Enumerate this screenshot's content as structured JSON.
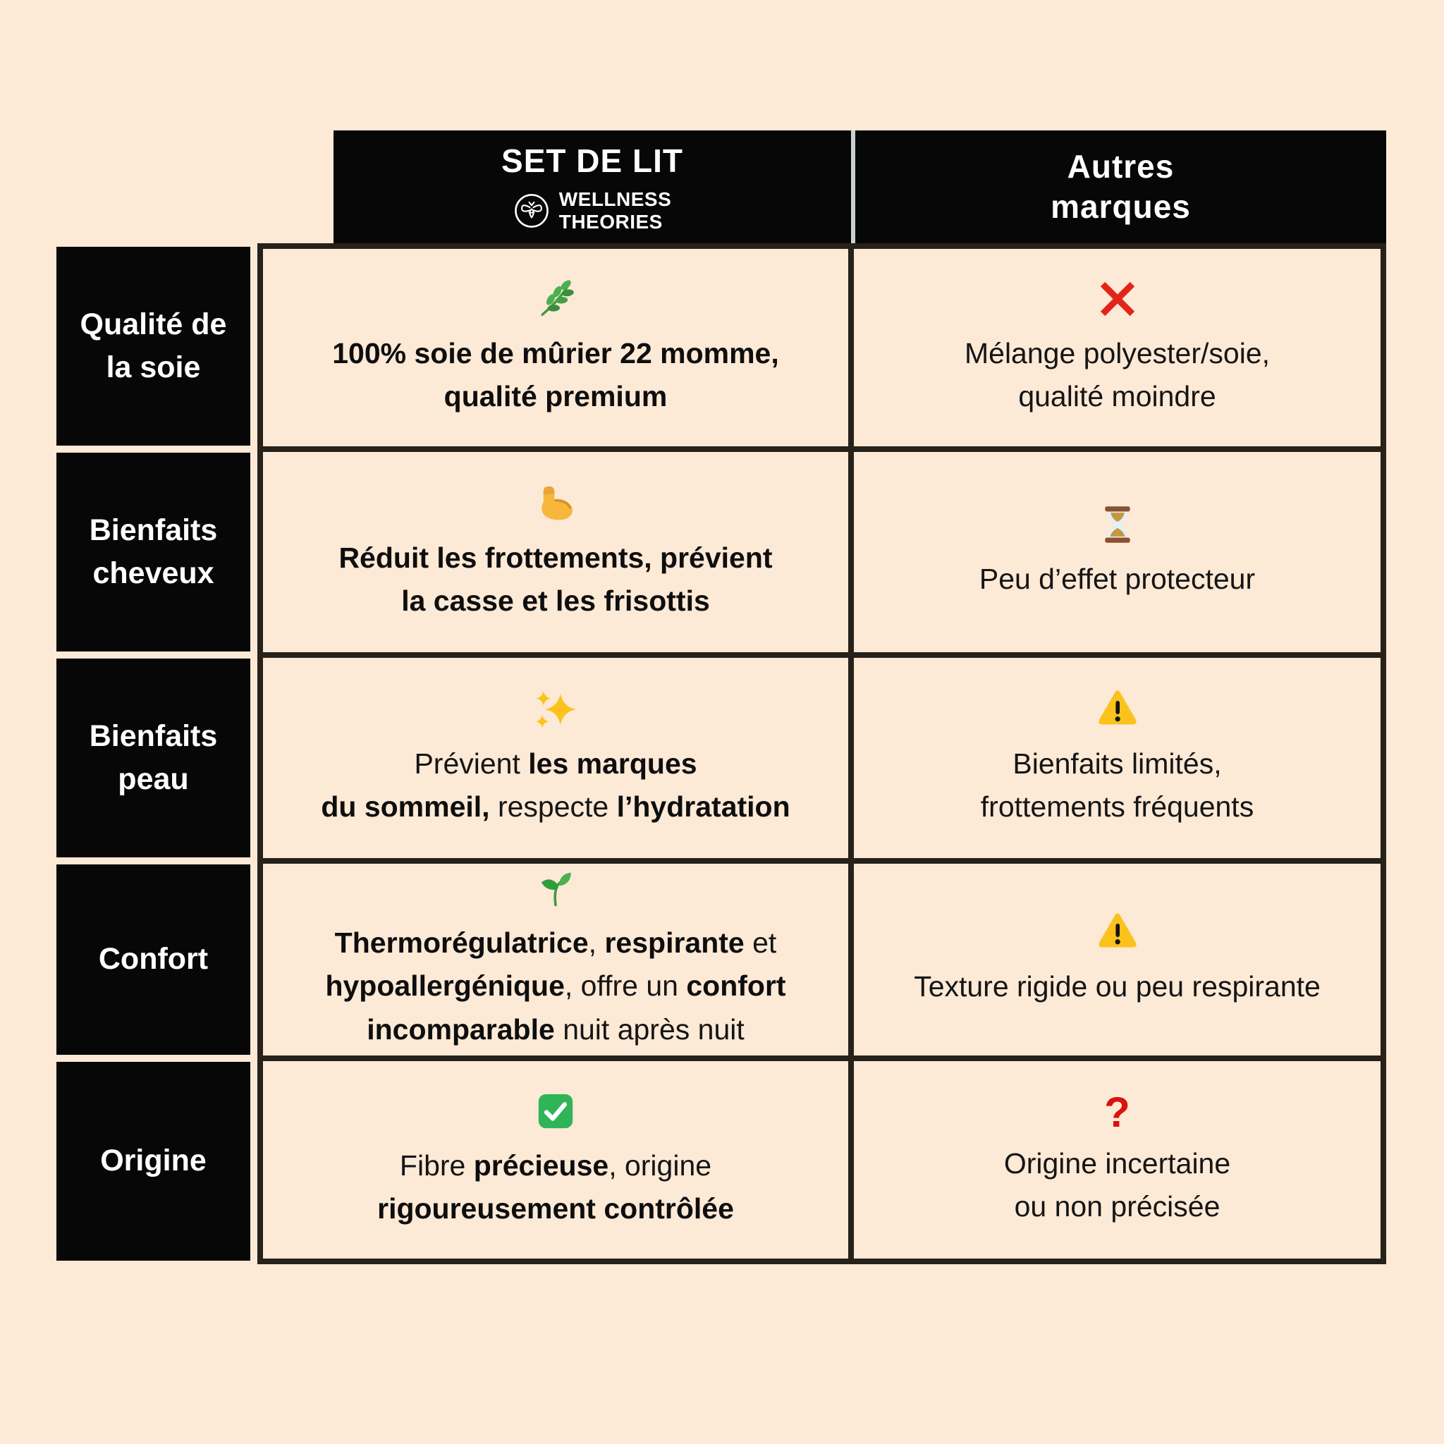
{
  "colors": {
    "background": "#fce9d6",
    "box_black": "#070707",
    "cell_border": "#262119",
    "header_divider": "#c9d2d0",
    "text_light": "#ffffff",
    "text_dark": "#151515",
    "red": "#e3241b",
    "yellow": "#fbc21c",
    "green": "#2fb457"
  },
  "header": {
    "brand": {
      "title": "SET DE LIT",
      "brand_line1": "WELLNESS",
      "brand_line2": "THEORIES",
      "logo_icon": "bee-logo"
    },
    "others": {
      "title": "Autres\nmarques"
    }
  },
  "rows": [
    {
      "label": "Qualité de\nla soie",
      "brand": {
        "icon": "herb-emoji",
        "segments": [
          {
            "t": "100% soie de mûrier 22 momme,\nqualité premium",
            "b": true
          }
        ]
      },
      "others": {
        "icon": "cross-mark-emoji",
        "text": "Mélange polyester/soie,\nqualité moindre"
      }
    },
    {
      "label": "Bienfaits\ncheveux",
      "brand": {
        "icon": "flexed-biceps-emoji",
        "segments": [
          {
            "t": "Réduit les frottements, prévient\nla casse et les frisottis",
            "b": true
          }
        ]
      },
      "others": {
        "icon": "hourglass-emoji",
        "text": "Peu d’effet protecteur"
      }
    },
    {
      "label": "Bienfaits\npeau",
      "brand": {
        "icon": "sparkles-emoji",
        "segments": [
          {
            "t": "Prévient ",
            "b": false
          },
          {
            "t": "les marques\ndu sommeil,",
            "b": true
          },
          {
            "t": " respecte ",
            "b": false
          },
          {
            "t": "l’hydratation",
            "b": true
          }
        ]
      },
      "others": {
        "icon": "warning-emoji",
        "text": "Bienfaits limités,\nfrottements fréquents"
      }
    },
    {
      "label": "Confort",
      "brand": {
        "icon": "seedling-emoji",
        "segments": [
          {
            "t": "Thermorégulatrice",
            "b": true
          },
          {
            "t": ", ",
            "b": false
          },
          {
            "t": "respirante",
            "b": true
          },
          {
            "t": " et\n",
            "b": false
          },
          {
            "t": "hypoallergénique",
            "b": true
          },
          {
            "t": ", offre un ",
            "b": false
          },
          {
            "t": "confort\nincomparable",
            "b": true
          },
          {
            "t": " nuit après nuit",
            "b": false
          }
        ]
      },
      "others": {
        "icon": "warning-emoji",
        "text": "Texture rigide ou peu respirante"
      }
    },
    {
      "label": "Origine",
      "brand": {
        "icon": "check-mark-button-emoji",
        "segments": [
          {
            "t": "Fibre ",
            "b": false
          },
          {
            "t": "précieuse",
            "b": true
          },
          {
            "t": ", origine\n",
            "b": false
          },
          {
            "t": "rigoureusement contrôlée",
            "b": true
          }
        ]
      },
      "others": {
        "icon": "red-question-mark-emoji",
        "glyph": "?",
        "text": "Origine incertaine\nou non précisée"
      }
    }
  ],
  "chart_data": {
    "type": "table",
    "title": "Comparatif set de lit en soie : Wellness Theories vs autres marques",
    "columns": [
      "",
      "SET DE LIT WELLNESS THEORIES",
      "Autres marques"
    ],
    "rows": [
      [
        "Qualité de la soie",
        "🌿 100% soie de mûrier 22 momme, qualité premium",
        "❌ Mélange polyester/soie, qualité moindre"
      ],
      [
        "Bienfaits cheveux",
        "💪 Réduit les frottements, prévient la casse et les frisottis",
        "⌛ Peu d’effet protecteur"
      ],
      [
        "Bienfaits peau",
        "✨ Prévient les marques du sommeil, respecte l’hydratation",
        "⚠️ Bienfaits limités, frottements fréquents"
      ],
      [
        "Confort",
        "🌱 Thermorégulatrice, respirante et hypoallergénique, offre un confort incomparable nuit après nuit",
        "⚠️ Texture rigide ou peu respirante"
      ],
      [
        "Origine",
        "✅ Fibre précieuse, origine rigoureusement contrôlée",
        "❓ Origine incertaine ou non précisée"
      ]
    ]
  }
}
